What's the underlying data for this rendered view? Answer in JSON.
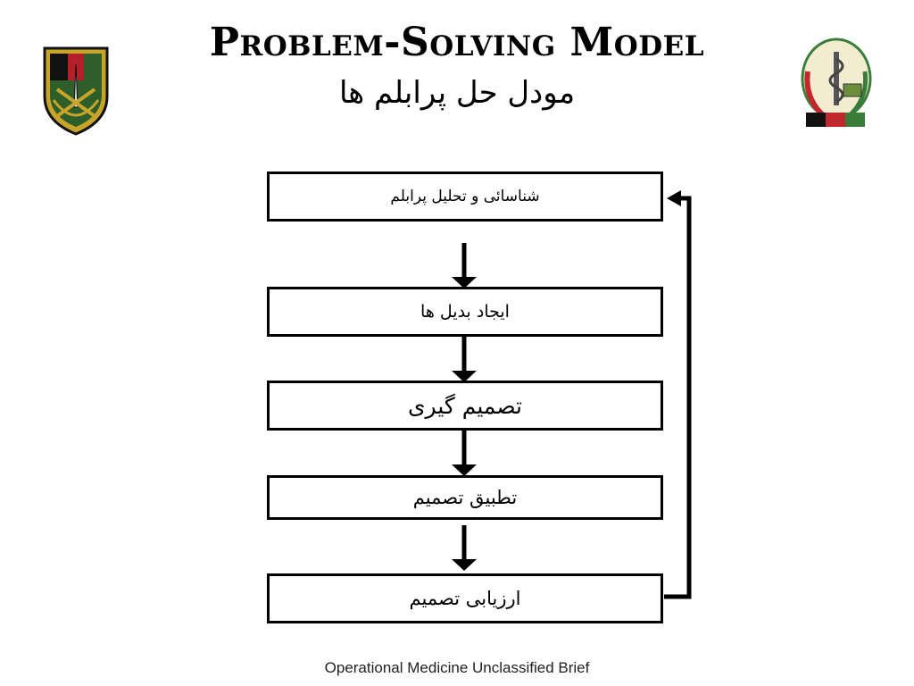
{
  "header": {
    "title_en": "Problem-Solving Model",
    "title_fa": "مودل حل پرابلم ها"
  },
  "flow": {
    "steps": [
      {
        "label": "شناسائی و تحلیل پرابلم"
      },
      {
        "label": "ایجاد بدیل ها"
      },
      {
        "label": "تصمیم گیری"
      },
      {
        "label": "تطبیق تصمیم"
      },
      {
        "label": "ارزیابی تصمیم"
      }
    ]
  },
  "footer": {
    "text": "Operational Medicine Unclassified Brief"
  },
  "colors": {
    "line": "#000000",
    "logo_left_green": "#2e5e2a",
    "logo_left_red": "#b3202a",
    "logo_left_gold": "#c8a52a",
    "logo_right_green": "#3a7d3a",
    "logo_right_red": "#c0282d"
  }
}
